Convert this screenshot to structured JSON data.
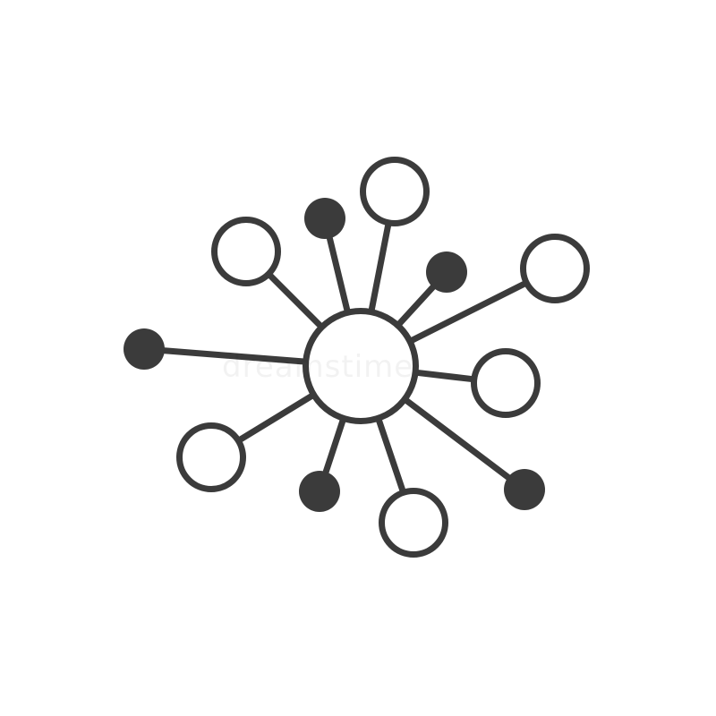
{
  "icon": {
    "name": "network-hub-icon",
    "stroke_color": "#3b3b3b",
    "fill_color": "#3b3b3b",
    "background_color": "#ffffff",
    "center_node": "open-circle",
    "satellites": [
      {
        "name": "satellite-node-open-top-left",
        "style": "open"
      },
      {
        "name": "satellite-node-filled-top",
        "style": "filled"
      },
      {
        "name": "satellite-node-open-top",
        "style": "open"
      },
      {
        "name": "satellite-node-filled-top-right",
        "style": "filled"
      },
      {
        "name": "satellite-node-open-right-upper",
        "style": "open"
      },
      {
        "name": "satellite-node-open-right",
        "style": "open"
      },
      {
        "name": "satellite-node-filled-bottom-right",
        "style": "filled"
      },
      {
        "name": "satellite-node-open-bottom",
        "style": "open"
      },
      {
        "name": "satellite-node-filled-bottom",
        "style": "filled"
      },
      {
        "name": "satellite-node-open-bottom-left",
        "style": "open"
      },
      {
        "name": "satellite-node-filled-left",
        "style": "filled"
      }
    ]
  },
  "watermark": {
    "text": "dreamstime"
  }
}
